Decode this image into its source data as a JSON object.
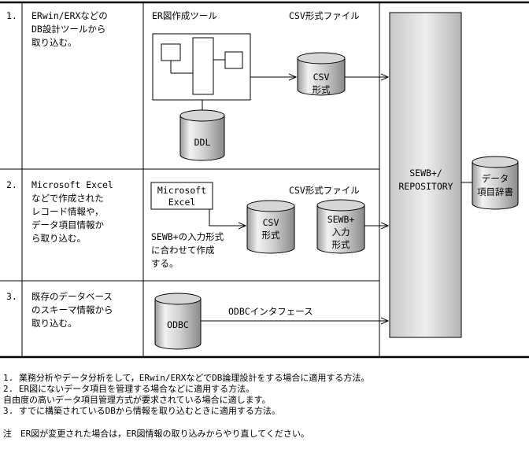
{
  "rows": [
    {
      "number": "1.",
      "description": [
        "ERwin/ERXなどの",
        "DB設計ツールから",
        "取り込む。"
      ],
      "tool_label": "ER図作成ツール",
      "file_label": "CSV形式ファイル",
      "csv_label": [
        "CSV",
        "形式"
      ],
      "ddl_label": "DDL"
    },
    {
      "number": "2.",
      "description": [
        "Microsoft Excel",
        "などで作成された",
        "レコード情報や，",
        "データ項目情報か",
        "ら取り込む。"
      ],
      "excel_label": [
        "Microsoft",
        "Excel"
      ],
      "file_label": "CSV形式ファイル",
      "csv_label": [
        "CSV",
        "形式"
      ],
      "sewb_input_label": [
        "SEWB+",
        "入力",
        "形式"
      ],
      "caption": [
        "SEWB+の入力形式",
        "に合わせて作成",
        "する。"
      ]
    },
    {
      "number": "3.",
      "description": [
        "既存のデータベース",
        "のスキーマ情報から",
        "取り込む。"
      ],
      "odbc_label": "ODBC",
      "interface_label": "ODBCインタフェース"
    }
  ],
  "repository_label": [
    "SEWB+/",
    "REPOSITORY"
  ],
  "dictionary_label": [
    "データ",
    "項目辞書"
  ],
  "notes": [
    "1. 業務分析やデータ分析をして，ERwin/ERXなどでDB論理設計をする場合に適用する方法。",
    "2. ER図にないデータ項目を管理する場合などに適用する方法。",
    "   自由度の高いデータ項目管理方式が要求されている場合に適します。",
    "3. すでに構築されているDBから情報を取り込むときに適用する方法。"
  ],
  "footnote": "注　ER図が変更された場合は，ER図情報の取り込みからやり直してください。"
}
